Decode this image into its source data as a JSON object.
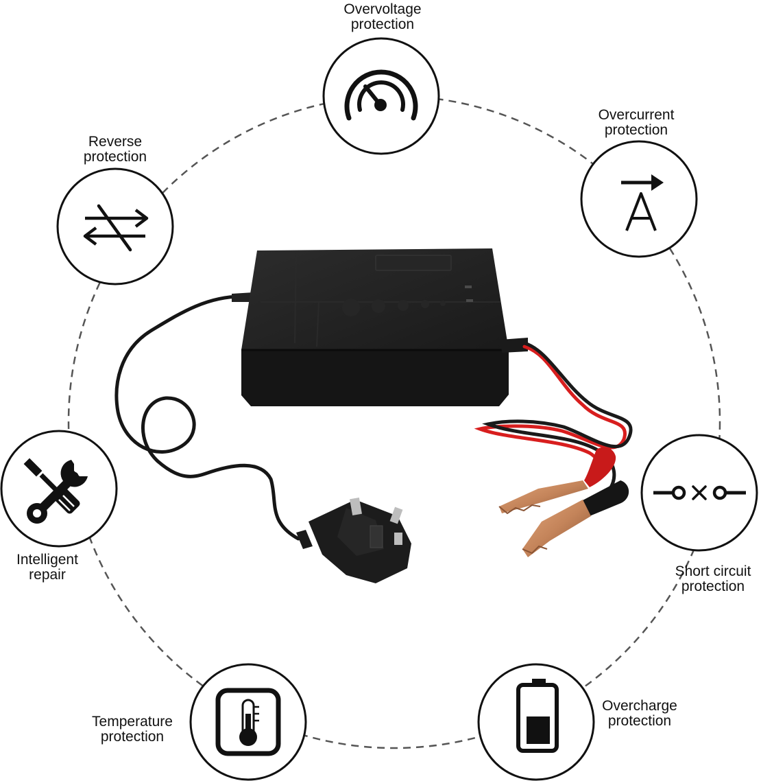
{
  "features": [
    {
      "id": "overvoltage",
      "icon": "gauge-icon",
      "line1": "Overvoltage",
      "line2": "protection"
    },
    {
      "id": "overcurrent",
      "icon": "ampere-arrow-icon",
      "line1": "Overcurrent",
      "line2": "protection"
    },
    {
      "id": "short-circuit",
      "icon": "open-switch-icon",
      "line1": "Short circuit",
      "line2": "protection"
    },
    {
      "id": "overcharge",
      "icon": "battery-icon",
      "line1": "Overcharge",
      "line2": "protection"
    },
    {
      "id": "temperature",
      "icon": "thermometer-icon",
      "line1": "Temperature",
      "line2": "protection"
    },
    {
      "id": "intelligent-repair",
      "icon": "tools-icon",
      "line1": "Intelligent",
      "line2": "repair"
    },
    {
      "id": "reverse",
      "icon": "reverse-arrows-icon",
      "line1": "Reverse",
      "line2": "protection"
    }
  ],
  "product": {
    "name": "battery-charger",
    "body_color": "#1e1e1e",
    "positive_cable_color": "#d81e1e",
    "negative_cable_color": "#1a1a1a",
    "clip_red_color": "#c81a1a",
    "clip_black_color": "#151515",
    "clip_jaw_color": "#c98a5c"
  }
}
